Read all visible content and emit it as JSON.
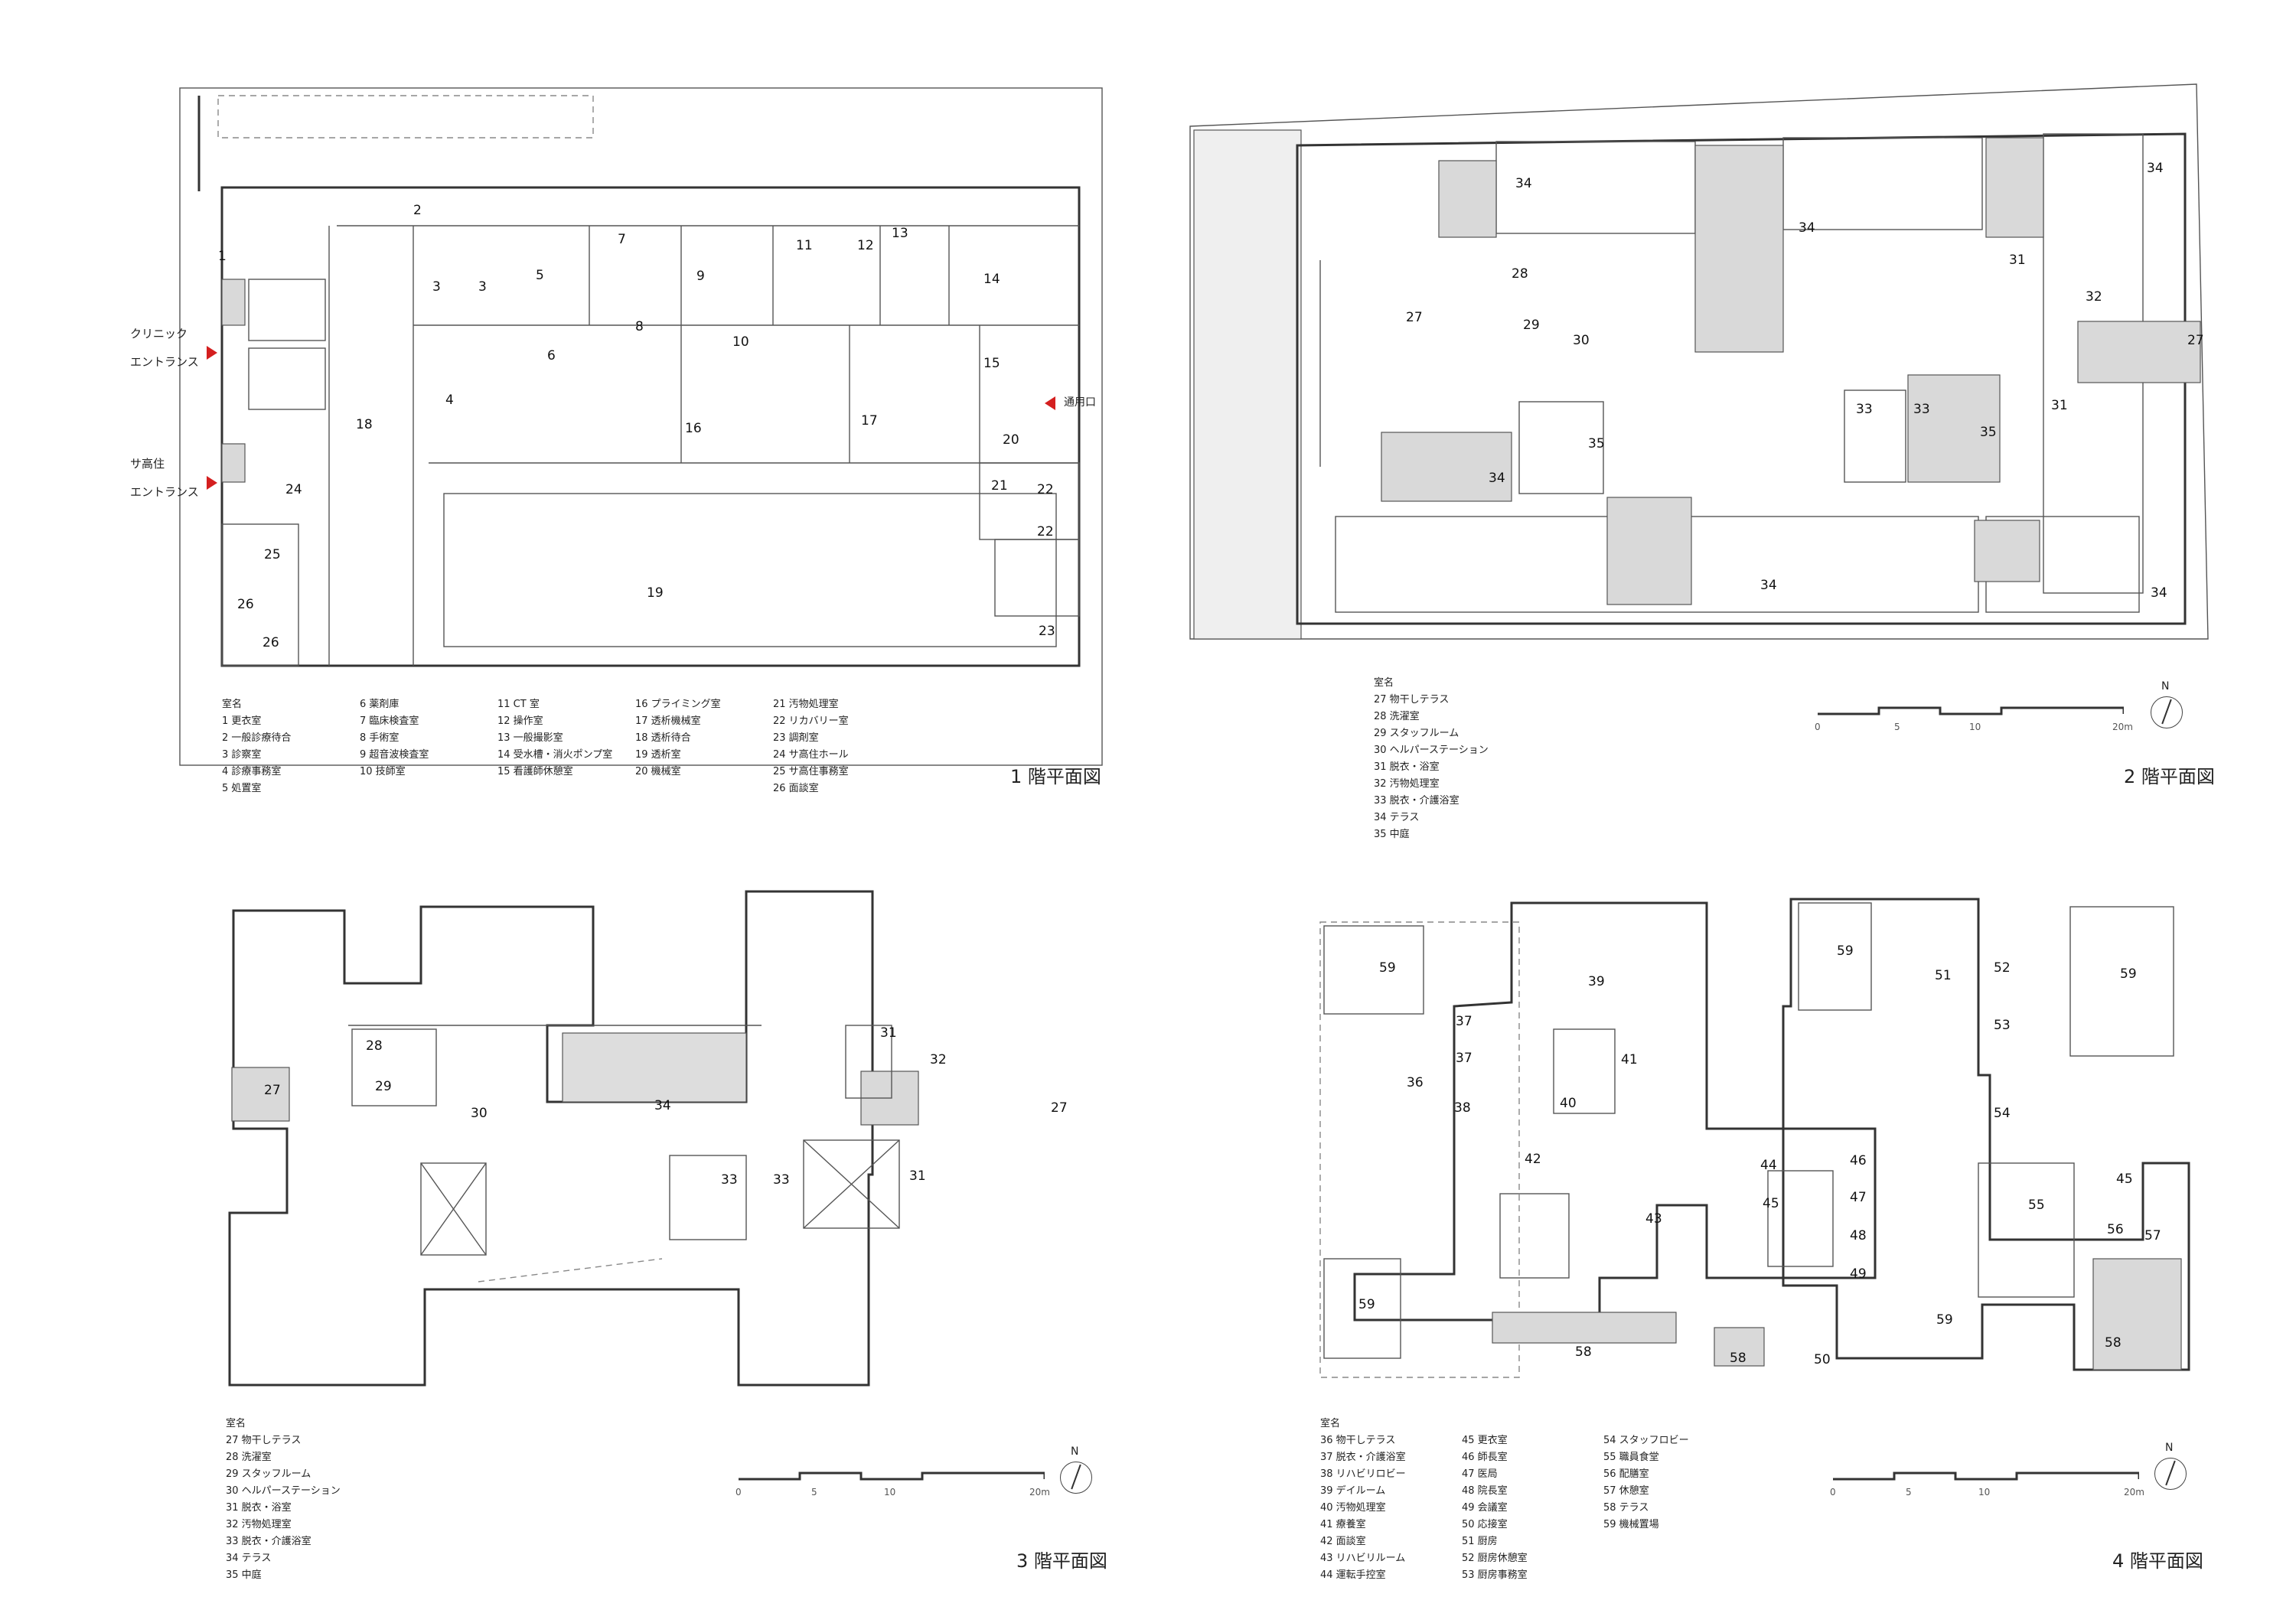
{
  "floor1": {
    "title": "1 階平面図",
    "legend_heading": "室名",
    "legend_columns": [
      [
        "1 更衣室",
        "2 一般診療待合",
        "3 診察室",
        "4 診療事務室",
        "5 処置室"
      ],
      [
        "6 薬剤庫",
        "7 臨床検査室",
        "8 手術室",
        "9 超音波検査室",
        "10 技師室"
      ],
      [
        "11 CT 室",
        "12 操作室",
        "13 一般撮影室",
        "14 受水槽・消火ポンプ室",
        "15 看護師休憩室"
      ],
      [
        "16 プライミング室",
        "17 透析機械室",
        "18 透析待合",
        "19 透析室",
        "20 機械室"
      ],
      [
        "21 汚物処理室",
        "22 リカバリー室",
        "23 調剤室",
        "24 サ高住ホール",
        "25 サ高住事務室",
        "26 面談室"
      ]
    ],
    "entrances": {
      "clinic_line1": "クリニック",
      "clinic_line2": "エントランス",
      "sakoju_line1": "サ高住",
      "sakoju_line2": "エントランス",
      "service": "通用口"
    },
    "room_numbers": [
      "1",
      "2",
      "3",
      "3",
      "5",
      "7",
      "9",
      "11",
      "12",
      "13",
      "14",
      "6",
      "8",
      "10",
      "15",
      "4",
      "18",
      "16",
      "17",
      "20",
      "24",
      "21",
      "22",
      "25",
      "22",
      "19",
      "26",
      "26",
      "23"
    ]
  },
  "floor2": {
    "title": "2 階平面図",
    "legend_heading": "室名",
    "legend_items": [
      "27 物干しテラス",
      "28 洗濯室",
      "29 スタッフルーム",
      "30 ヘルパーステーション",
      "31 脱衣・浴室",
      "32 汚物処理室",
      "33 脱衣・介護浴室",
      "34 テラス",
      "35 中庭"
    ],
    "room_numbers": [
      "34",
      "34",
      "34",
      "31",
      "28",
      "29",
      "30",
      "27",
      "27",
      "32",
      "33",
      "33",
      "35",
      "31",
      "35",
      "34",
      "34",
      "34"
    ]
  },
  "floor3": {
    "title": "3 階平面図",
    "legend_heading": "室名",
    "legend_items": [
      "27 物干しテラス",
      "28 洗濯室",
      "29 スタッフルーム",
      "30 ヘルパーステーション",
      "31 脱衣・浴室",
      "32 汚物処理室",
      "33 脱衣・介護浴室",
      "34 テラス",
      "35 中庭"
    ],
    "room_numbers": [
      "28",
      "29",
      "27",
      "30",
      "34",
      "31",
      "32",
      "27",
      "33",
      "33",
      "31"
    ]
  },
  "floor4": {
    "title": "4 階平面図",
    "legend_heading": "室名",
    "legend_columns": [
      [
        "36 物干しテラス",
        "37 脱衣・介護浴室",
        "38 リハビリロビー",
        "39 デイルーム",
        "40 汚物処理室",
        "41 療養室",
        "42 面談室",
        "43 リハビリルーム",
        "44 運転手控室"
      ],
      [
        "45 更衣室",
        "46 師長室",
        "47 医局",
        "48 院長室",
        "49 会議室",
        "50 応接室",
        "51 厨房",
        "52 厨房休憩室",
        "53 厨房事務室"
      ],
      [
        "54 スタッフロビー",
        "55 職員食堂",
        "56 配膳室",
        "57 休憩室",
        "58 テラス",
        "59 機械置場"
      ]
    ],
    "room_numbers": [
      "59",
      "39",
      "59",
      "51",
      "52",
      "59",
      "37",
      "37",
      "36",
      "41",
      "53",
      "38",
      "40",
      "54",
      "42",
      "44",
      "46",
      "45",
      "45",
      "55",
      "47",
      "43",
      "48",
      "56",
      "57",
      "59",
      "49",
      "59",
      "58",
      "58",
      "50",
      "58"
    ]
  },
  "scale": {
    "ticks": [
      "0",
      "5",
      "10",
      "20m"
    ]
  },
  "north_label": "N"
}
